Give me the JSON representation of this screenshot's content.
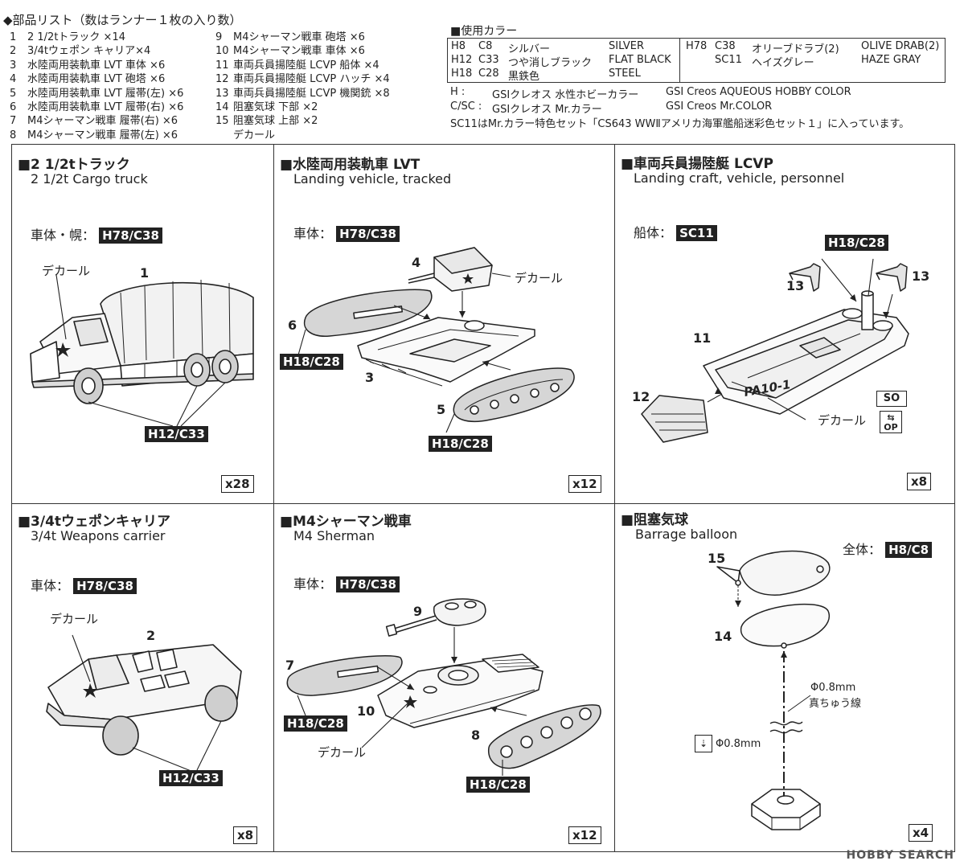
{
  "parts_list": {
    "title": "◆部品リスト（数はランナー１枚の入り数）",
    "col1": [
      {
        "num": "1",
        "text": "2 1/2tトラック ×14"
      },
      {
        "num": "2",
        "text": "3/4tウェポン キャリア×4"
      },
      {
        "num": "3",
        "text": "水陸両用装軌車 LVT 車体 ×6"
      },
      {
        "num": "4",
        "text": "水陸両用装軌車 LVT 砲塔 ×6"
      },
      {
        "num": "5",
        "text": "水陸両用装軌車 LVT 履帯(左) ×6"
      },
      {
        "num": "6",
        "text": "水陸両用装軌車 LVT 履帯(右) ×6"
      },
      {
        "num": "7",
        "text": "M4シャーマン戦車 履帯(右) ×6"
      },
      {
        "num": "8",
        "text": "M4シャーマン戦車 履帯(左) ×6"
      }
    ],
    "col2": [
      {
        "num": "9",
        "text": "M4シャーマン戦車 砲塔 ×6"
      },
      {
        "num": "10",
        "text": "M4シャーマン戦車 車体 ×6"
      },
      {
        "num": "11",
        "text": "車両兵員揚陸艇 LCVP 船体 ×4"
      },
      {
        "num": "12",
        "text": "車両兵員揚陸艇 LCVP ハッチ ×4"
      },
      {
        "num": "13",
        "text": "車両兵員揚陸艇 LCVP 機関銃 ×8"
      },
      {
        "num": "14",
        "text": "阻塞気球 下部 ×2"
      },
      {
        "num": "15",
        "text": "阻塞気球 上部 ×2"
      },
      {
        "num": "",
        "text": "デカール"
      }
    ]
  },
  "colors": {
    "title": "■使用カラー",
    "left": [
      {
        "h": "H8",
        "c": "C8",
        "jp": "シルバー",
        "en": "SILVER"
      },
      {
        "h": "H12",
        "c": "C33",
        "jp": "つや消しブラック",
        "en": "FLAT BLACK"
      },
      {
        "h": "H18",
        "c": "C28",
        "jp": "黒鉄色",
        "en": "STEEL"
      }
    ],
    "right": [
      {
        "h": "H78",
        "c": "C38",
        "jp": "オリーブドラブ(2)",
        "en": "OLIVE DRAB(2)"
      },
      {
        "h": "",
        "c": "SC11",
        "jp": "ヘイズグレー",
        "en": "HAZE GRAY"
      }
    ],
    "legend1_key": "H :",
    "legend1_jp": "GSIクレオス 水性ホビーカラー",
    "legend1_en": "GSI Creos AQUEOUS HOBBY COLOR",
    "legend2_key": "C/SC :",
    "legend2_jp": "GSIクレオス Mr.カラー",
    "legend2_en": "GSI Creos Mr.COLOR",
    "note": "SC11はMr.カラー特色セット「CS643 WWⅡアメリカ海軍艦船迷彩色セット１」に入っています。"
  },
  "panels": {
    "truck": {
      "title": "■2 1/2tトラック",
      "sub": "2 1/2t Cargo truck",
      "paint_label": "車体・幌：",
      "paint": "H78/C38",
      "decal": "デカール",
      "part": "1",
      "wheels": "H12/C33",
      "qty": "x28"
    },
    "lvt": {
      "title": "■水陸両用装軌車 LVT",
      "sub": "Landing vehicle, tracked",
      "paint_label": "車体：",
      "paint": "H78/C38",
      "decal": "デカール",
      "p4": "4",
      "p6": "6",
      "p3": "3",
      "p5": "5",
      "track_paint_left": "H18/C28",
      "track_paint_right": "H18/C28",
      "qty": "x12"
    },
    "lcvp": {
      "title": "■車両兵員揚陸艇 LCVP",
      "sub": "Landing craft, vehicle, personnel",
      "paint_label": "船体：",
      "paint": "SC11",
      "gun_paint": "H18/C28",
      "p13a": "13",
      "p13b": "13",
      "p11": "11",
      "p12": "12",
      "hull_mark": "PA10-1",
      "decal": "デカール",
      "icon_so": "SO",
      "icon_op": "OP",
      "qty": "x8"
    },
    "carrier": {
      "title": "■3/4tウェポンキャリア",
      "sub": "3/4t Weapons carrier",
      "paint_label": "車体：",
      "paint": "H78/C38",
      "decal": "デカール",
      "part": "2",
      "wheels": "H12/C33",
      "qty": "x8"
    },
    "sherman": {
      "title": "■M4シャーマン戦車",
      "sub": "M4 Sherman",
      "paint_label": "車体：",
      "paint": "H78/C38",
      "p9": "9",
      "p7": "7",
      "p10": "10",
      "p8": "8",
      "track_paint_left": "H18/C28",
      "track_paint_right": "H18/C28",
      "decal": "デカール",
      "qty": "x12"
    },
    "balloon": {
      "title": "■阻塞気球",
      "sub": "Barrage balloon",
      "paint_label": "全体：",
      "paint": "H8/C8",
      "p15": "15",
      "p14": "14",
      "wire_dia": "Φ0.8mm",
      "wire_label": "真ちゅう線",
      "drill_dia": "Φ0.8mm",
      "qty": "x4"
    }
  },
  "watermark": "HOBBY SEARCH"
}
